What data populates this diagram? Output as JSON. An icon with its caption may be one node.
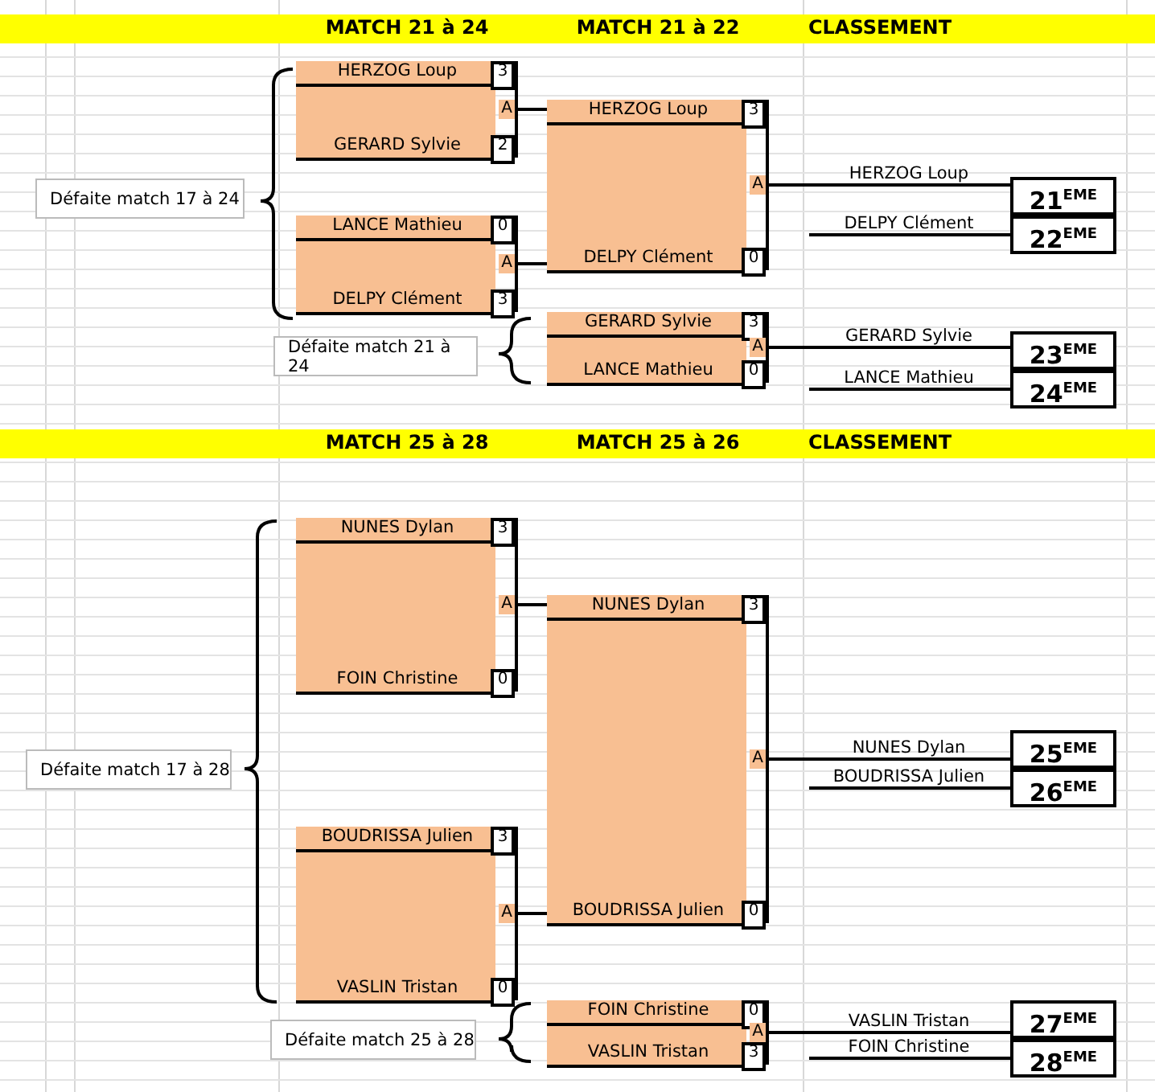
{
  "diagram": {
    "nodes": [
      {
        "text": [
          "Défaite match 17 à 24"
        ]
      },
      {
        "text": [
          "HERZOG Loup",
          "3",
          "A",
          "GERARD Sylvie",
          "2"
        ]
      },
      {
        "text": [
          "LANCE Mathieu",
          "0",
          "A",
          "DELPY Clément",
          "3"
        ]
      },
      {
        "text": [
          "HERZOG Loup",
          "3",
          "A",
          "DELPY Clément",
          "0"
        ]
      },
      {
        "text": [
          "Défaite match 21 à 24"
        ]
      },
      {
        "text": [
          "GERARD Sylvie",
          "3",
          "A",
          "LANCE Mathieu",
          "0"
        ]
      },
      {
        "text": [
          "21$^{EME}$"
        ]
      },
      {
        "text": [
          "22$^{EME}$"
        ]
      },
      {
        "text": [
          "23$^{EME}$"
        ]
      },
      {
        "text": [
          "24$^{EME}$"
        ]
      },
      {
        "text": [
          "Défaite match 17 à 28"
        ]
      },
      {
        "text": [
          "NUNES Dylan",
          "3",
          "A",
          "FOIN Christine",
          "0"
        ]
      },
      {
        "text": [
          "BOUDRISSA Julien",
          "3",
          "A",
          "VASLIN Tristan",
          "0"
        ]
      },
      {
        "text": [
          "NUNES Dylan",
          "3",
          "A",
          "BOUDRISSA Julien",
          "0"
        ]
      },
      {
        "text": [
          "Défaite match 25 à 28"
        ]
      },
      {
        "text": [
          "FOIN Christine",
          "0",
          "A",
          "VASLIN Tristan",
          "3"
        ]
      },
      {
        "text": [
          "25$^{EME}$"
        ]
      },
      {
        "text": [
          "26$^{EME}$"
        ]
      },
      {
        "text": [
          "27$^{EME}$"
        ]
      },
      {
        "text": [
          "28$^{EME}$"
        ]
      }
    ],
    "edges": [
      {
        "from": 1,
        "to": 3,
        "arrow": "none"
      },
      {
        "from": 2,
        "to": 3,
        "arrow": "none"
      },
      {
        "from": 3,
        "to": 6,
        "arrow": "none",
        "label": "HERZOG Loup"
      },
      {
        "from": null,
        "to": 7,
        "arrow": "none",
        "label": "DELPY Clément"
      },
      {
        "from": 5,
        "to": 8,
        "arrow": "none",
        "label": "GERARD Sylvie"
      },
      {
        "from": null,
        "to": 9,
        "arrow": "none",
        "label": "LANCE Mathieu"
      },
      {
        "from": 11,
        "to": 13,
        "arrow": "none"
      },
      {
        "from": 12,
        "to": 13,
        "arrow": "none"
      },
      {
        "from": 13,
        "to": 16,
        "arrow": "none",
        "label": "NUNES Dylan"
      },
      {
        "from": null,
        "to": 17,
        "arrow": "none",
        "label": "BOUDRISSA Julien"
      },
      {
        "from": 15,
        "to": 18,
        "arrow": "none",
        "label": "VASLIN Tristan"
      },
      {
        "from": null,
        "to": 19,
        "arrow": "none",
        "label": "FOIN Christine"
      }
    ],
    "labels": [
      "MATCH 21 à 24",
      "MATCH 21 à 22",
      "CLASSEMENT",
      "MATCH 25 à 28",
      "MATCH 25 à 26",
      "CLASSEMENT"
    ]
  }
}
